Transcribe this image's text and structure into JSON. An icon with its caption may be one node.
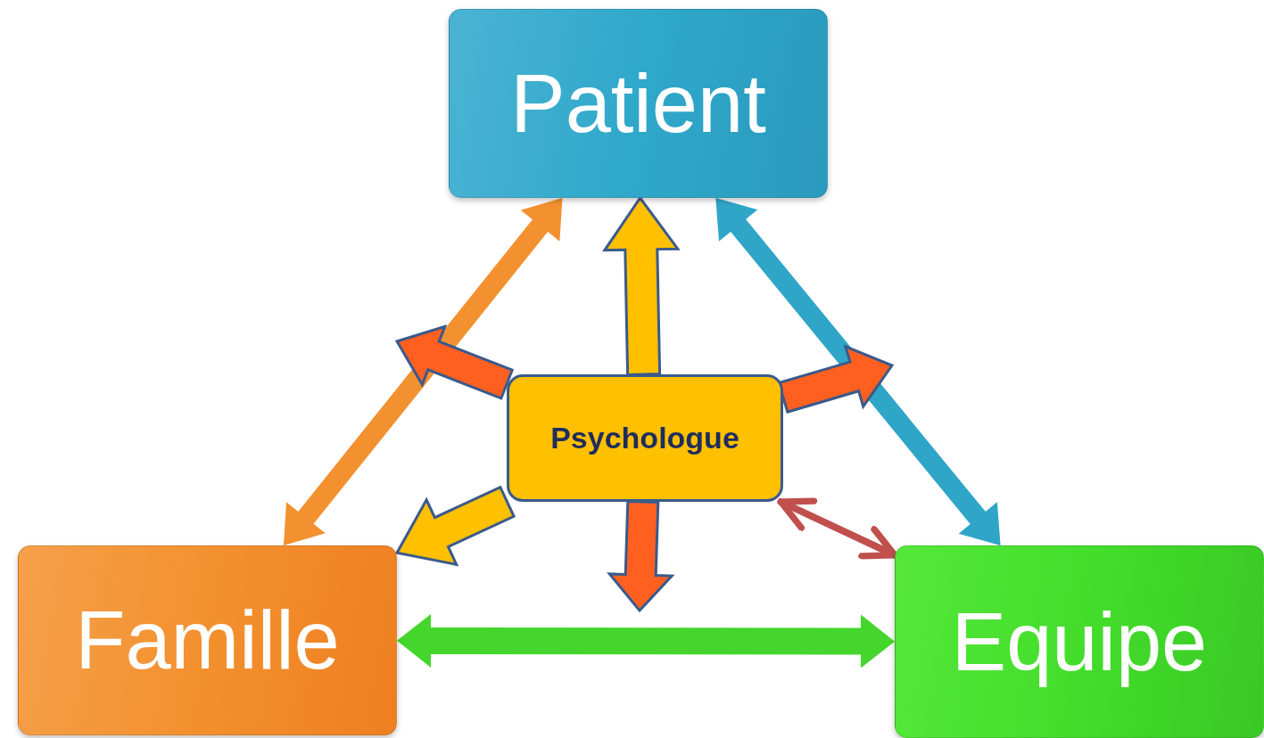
{
  "diagram": {
    "nodes": [
      {
        "text": [
          "Patient"
        ]
      },
      {
        "text": [
          "Psychologue"
        ]
      },
      {
        "text": [
          "Famille"
        ]
      },
      {
        "text": [
          "Equipe"
        ]
      }
    ],
    "edges": [
      {
        "from": 1,
        "to": 0,
        "arrow": "to",
        "style": "thick",
        "color": "#ffc000"
      },
      {
        "from": 2,
        "to": 0,
        "arrow": "both",
        "style": "thick",
        "color": "#f39130"
      },
      {
        "from": 0,
        "to": 3,
        "arrow": "both",
        "style": "thick",
        "color": "#2fa5c8"
      },
      {
        "from": 2,
        "to": 3,
        "arrow": "both",
        "style": "thick",
        "color": "#44d62c"
      },
      {
        "from": 1,
        "to": 2,
        "arrow": "to",
        "style": "thick",
        "color": "#ffc000"
      },
      {
        "from": 1,
        "to": 3,
        "arrow": "both",
        "color": "#c0504d"
      },
      {
        "from": 1,
        "to": null,
        "arrow": "to",
        "style": "thick",
        "color": "#ff6020"
      },
      {
        "from": 1,
        "to": null,
        "arrow": "to",
        "style": "thick",
        "color": "#ff6020"
      },
      {
        "from": 1,
        "to": null,
        "arrow": "to",
        "style": "thick",
        "color": "#ff6020"
      }
    ]
  }
}
